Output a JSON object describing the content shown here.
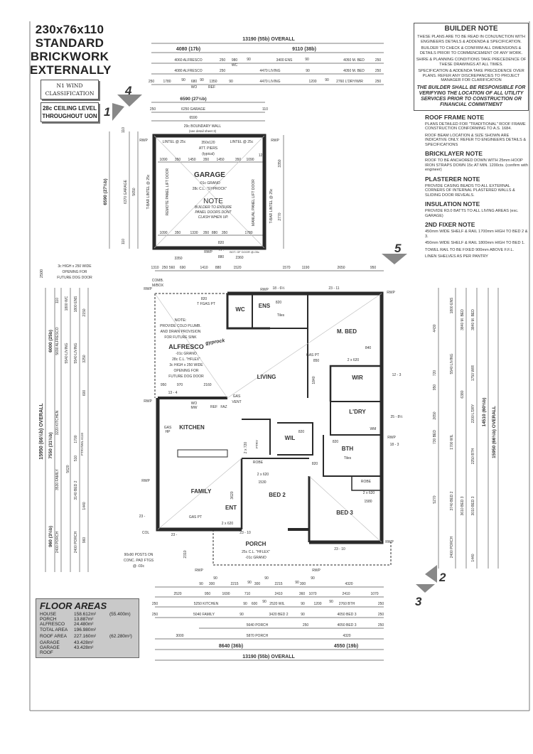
{
  "title_block": {
    "lines": [
      "230x76x110",
      "STANDARD",
      "BRICKWORK",
      "EXTERNALLY"
    ],
    "wind": [
      "N1 WIND",
      "CLASSIFICATION"
    ],
    "ceiling": [
      "28c CEILING LEVEL",
      "THROUGHOUT UON"
    ]
  },
  "section_markers": [
    "4",
    "1",
    "5",
    "2",
    "3"
  ],
  "builder_note": {
    "title": "BUILDER NOTE",
    "paragraphs": [
      "THESE PLANS ARE TO BE READ IN CONJUNCTION WITH ENGINEERS DETAILS & ADDENDA & SPECIFICATION.",
      "BUILDER TO CHECK & CONFIRM ALL DIMENSIONS & DETAILS PRIOR TO COMMENCEMENT OF ANY WORK.",
      "SHIRE & PLANNING CONDITIONS TAKE PRECEDENCE OF THESE DRAWINGS AT ALL TIMES.",
      "SPECIFICATION & ADDENDA TAKE PRECEDENCE OVER PLANS. REFER ANY DISCREPANCIES TO PROJECT MANAGER FOR CLARIFICATION"
    ],
    "emphasis": "THE BUILDER SHALL BE RESPONSIBLE FOR VERIFYING THE LOCATION OF ALL UTILITY SERVICES PRIOR TO CONSTRUCTION OR FINANCIAL COMMITMENT"
  },
  "notes": [
    {
      "title": "ROOF FRAME NOTE",
      "paragraphs": [
        "PLANS DETAILED FOR \"TRADITIONAL\" ROOF FRAME CONSTRUCTION CONFORMING TO A.S. 1684.",
        "ROOF BEAM LOCATION & SIZE SHOWN ARE INDICATIVE ONLY. REFER TO ENGINEERS DETAILS & SPECIFICATIONS"
      ]
    },
    {
      "title": "BRICKLAYER NOTE",
      "paragraphs": [
        "ROOF TO BE ANCHORED DOWN WITH 25mm HOOP IRON STRAPS DOWN 15c AT MIN. 1200cts. (confirm with engineer)"
      ]
    },
    {
      "title": "PLASTERER NOTE",
      "paragraphs": [
        "PROVIDE CASING BEADS TO ALL EXTERNAL CORNERS OF INTERNAL PLASTERED WALLS & SLIDING DOOR REVEALS."
      ]
    },
    {
      "title": "INSULATION NOTE",
      "paragraphs": [
        "PROVIDE R3.0 BATTS TO ALL LIVING AREAS (exc. GARAGE)"
      ]
    },
    {
      "title": "2ND FIXER NOTE",
      "paragraphs": [
        "450mm WIDE SHELF & RAIL 1700mm HIGH TO BED 2 & 3.",
        "450mm WIDE SHELF & RAIL 1800mm HIGH TO BED 1.",
        "TOWEL RAIL TO BE FIXED 900mm ABOVE F.F.L.",
        "LINEN SHELVES AS PER PANTRY"
      ]
    }
  ],
  "floor_areas": {
    "title": "FLOOR AREAS",
    "rows": [
      {
        "label": "HOUSE",
        "value": "158.612m²",
        "extra": "(55.400m)"
      },
      {
        "label": "PORCH",
        "value": "13.887m²",
        "extra": ""
      },
      {
        "label": "ALFRESCO",
        "value": "24.480m²",
        "extra": ""
      },
      {
        "label": "TOTAL AREA",
        "value": "196.980m²",
        "extra": ""
      },
      {
        "label": "ROOF AREA",
        "value": "227.160m²",
        "extra": "(62.280m²)"
      },
      {
        "label": "GARAGE",
        "value": "43.428m²",
        "extra": ""
      },
      {
        "label": "GARAGE ROOF",
        "value": "43.428m²",
        "extra": ""
      }
    ]
  },
  "dimensions": {
    "top": [
      "13190 (55b) OVERALL",
      "4080 (17b)",
      "9110 (38b)",
      "4060 ALFRESCO",
      "250",
      "980",
      "90",
      "3400 ENS",
      "90",
      "4050 M. BED",
      "250",
      "WC",
      "4080 ALFRESCO",
      "250",
      "4470 LIVING",
      "90",
      "4050 M. BED",
      "250",
      "250",
      "1780",
      "90",
      "680",
      "90",
      "1350",
      "90",
      "4470 LIVING",
      "1200",
      "90",
      "2760 L'DRY/WIR",
      "250",
      "WO",
      "REF"
    ],
    "garage": [
      "6590 (27½b)",
      "250",
      "6250 GARAGE",
      "110",
      "6590",
      "29c BOUNDARY WALL",
      "(see detail sheet 3)",
      "1090",
      "350",
      "1450",
      "350",
      "1450",
      "350",
      "1090",
      "120",
      "1090",
      "350",
      "1330",
      "350",
      "880",
      "350",
      "1780",
      "820",
      "T.F.",
      "880",
      "2360",
      "3350",
      "3350",
      "2770"
    ],
    "mid": [
      "1310",
      "250",
      "560",
      "690",
      "1410",
      "880",
      "1520",
      "1570",
      "1190",
      "2650",
      "950"
    ],
    "bottom": [
      "90",
      "300",
      "90",
      "2215",
      "90",
      "300",
      "90",
      "2215",
      "90",
      "300",
      "90",
      "4320",
      "2520",
      "950",
      "1690",
      "710",
      "2410",
      "360",
      "1070",
      "2410",
      "1070",
      "250",
      "5250 KITCHEN",
      "90",
      "600",
      "90",
      "2520 WIL",
      "90",
      "1200",
      "90",
      "2760 BTH",
      "250",
      "250",
      "5040 FAMILY",
      "90",
      "3420 BED 2",
      "90",
      "4050 BED 3",
      "250",
      "5640 PORCH",
      "250",
      "4050 BED 3",
      "250",
      "3000",
      "5870 PORCH",
      "4320",
      "8640 (36b)",
      "4550 (19b)",
      "13190 (55b) OVERALL"
    ],
    "left": [
      "15950 (66½b) OVERALL",
      "2500",
      "6000 (25b)",
      "7550 (31½b)",
      "960 (3½b)",
      "110",
      "5690 ALFRESCO",
      "3220 KITCHEN",
      "3530 FAMILY",
      "2400 PORCH",
      "1800 WC",
      "5540 LIVING",
      "5620",
      "1800 ENS",
      "5540 LIVING",
      "1700",
      "510",
      "3140 BED 2",
      "2400 PORCH",
      "PTRY/WIL 6110",
      "2150",
      "3250",
      "600",
      "1440",
      "960",
      "6590 (27½b)",
      "6370 GARAGE",
      "5650",
      "110",
      "110"
    ],
    "right": [
      "4430",
      "720",
      "950",
      "2650",
      "730 BED",
      "5270",
      "1800 ENS",
      "5540 LIVING",
      "1700 WIL",
      "3740 BED 2",
      "2400 PORCH",
      "3840 M. BED",
      "6380",
      "3610 BED 3",
      "3840 M. BED",
      "1750 WIR",
      "2200 L'DRY",
      "2250 BTH",
      "3010 BED 3",
      "1440",
      "14510 (60½b)",
      "15950 (66½b) OVERALL"
    ]
  },
  "labels": {
    "rooms": [
      "GARAGE",
      "ALFRESCO",
      "ENS",
      "WC",
      "M. BED",
      "LIVING",
      "WIR",
      "KITCHEN",
      "L'DRY",
      "WIL",
      "BTH",
      "FAMILY",
      "ENT",
      "BED 2",
      "BED 3",
      "PORCH",
      "ROBE",
      "ROBE",
      "PTRY"
    ],
    "annotations": [
      "-01c GRANO",
      "28c C.L. \"GYPROCK\"",
      "NOTE",
      "BUILDER TO ENSURE",
      "PANEL DOORS DONT",
      "CLASH WHEN UP.",
      "LINTEL @ 25c",
      "LINTEL @ 25c",
      "350x120",
      "ATT. PIERS",
      "(typical)",
      "RWP",
      "RWP",
      "RWP",
      "BOT. OF DOOR @-05c",
      "REMOTE PANEL LIFT DOOR",
      "MANUAL PANEL LIFT DOOR",
      "T-BAR LINTEL @ 25c",
      "T-BAR LINTEL @ 25c",
      "3c HIGH x 250 WIDE",
      "OPENING FOR",
      "FUTURE DOG DOOR",
      "COMB.",
      "M/BOX",
      "RWP",
      "RWP",
      "RWP",
      "18 - 6½",
      "23 - 11",
      "820",
      "T FGAS PT",
      "820",
      "Tiles",
      "NOTE:",
      "PROVIDE COLD PLUMB.",
      "AND DRAIN PROVISION",
      "FOR FUTURE SINK",
      "-01c GRANO",
      "28c C.L. \"HFLEX\"",
      "3c HIGH x 250 WIDE",
      "OPENING FOR",
      "FUTURE DOG DOOR",
      "GAS PT",
      "840",
      "2 x 620",
      "850",
      "1840",
      "12 - 3",
      "950",
      "970",
      "2160",
      "13 - 4",
      "RWP",
      "GAS",
      "VENT",
      "WO",
      "MW",
      "REF",
      "FAZ",
      "GAS",
      "HP",
      "25 - 8½",
      "WM",
      "RWP",
      "18 - 3",
      "820",
      "820",
      "Tiles",
      "2 x 720",
      "2 x 620",
      "1530",
      "820",
      "2 x 620",
      "1580",
      "3620",
      "GAS PT",
      "2 x 620",
      "23 -",
      "COL",
      "23 -",
      "25c C.L. \"HFLEX\"",
      "-01c GRANO",
      "23 - 10",
      "23 - 10",
      "2310",
      "90x90 POSTS ON",
      "CONC. PAD FTGS",
      "@ -03c",
      "RWP",
      "RWP",
      "RWP",
      "RWP",
      "gyprock"
    ]
  }
}
